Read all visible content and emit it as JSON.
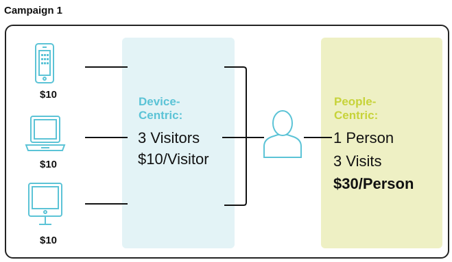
{
  "title": "Campaign 1",
  "devices": [
    {
      "icon": "tablet-icon",
      "price": "$10"
    },
    {
      "icon": "laptop-icon",
      "price": "$10"
    },
    {
      "icon": "desktop-monitor-icon",
      "price": "$10"
    }
  ],
  "device_centric": {
    "heading_line1": "Device-",
    "heading_line2": "Centric:",
    "visitors": "3 Visitors",
    "rate": "$10/Visitor"
  },
  "people_centric": {
    "heading_line1": "People-",
    "heading_line2": "Centric:",
    "persons": "1 Person",
    "visits": "3 Visits",
    "rate": "$30/Person"
  },
  "person_icon": "person-icon",
  "colors": {
    "icon_blue": "#5bc3d6",
    "device_panel": "#e3f3f6",
    "people_panel": "#eef0c4",
    "people_heading": "#c7d33a",
    "line": "#111111"
  }
}
